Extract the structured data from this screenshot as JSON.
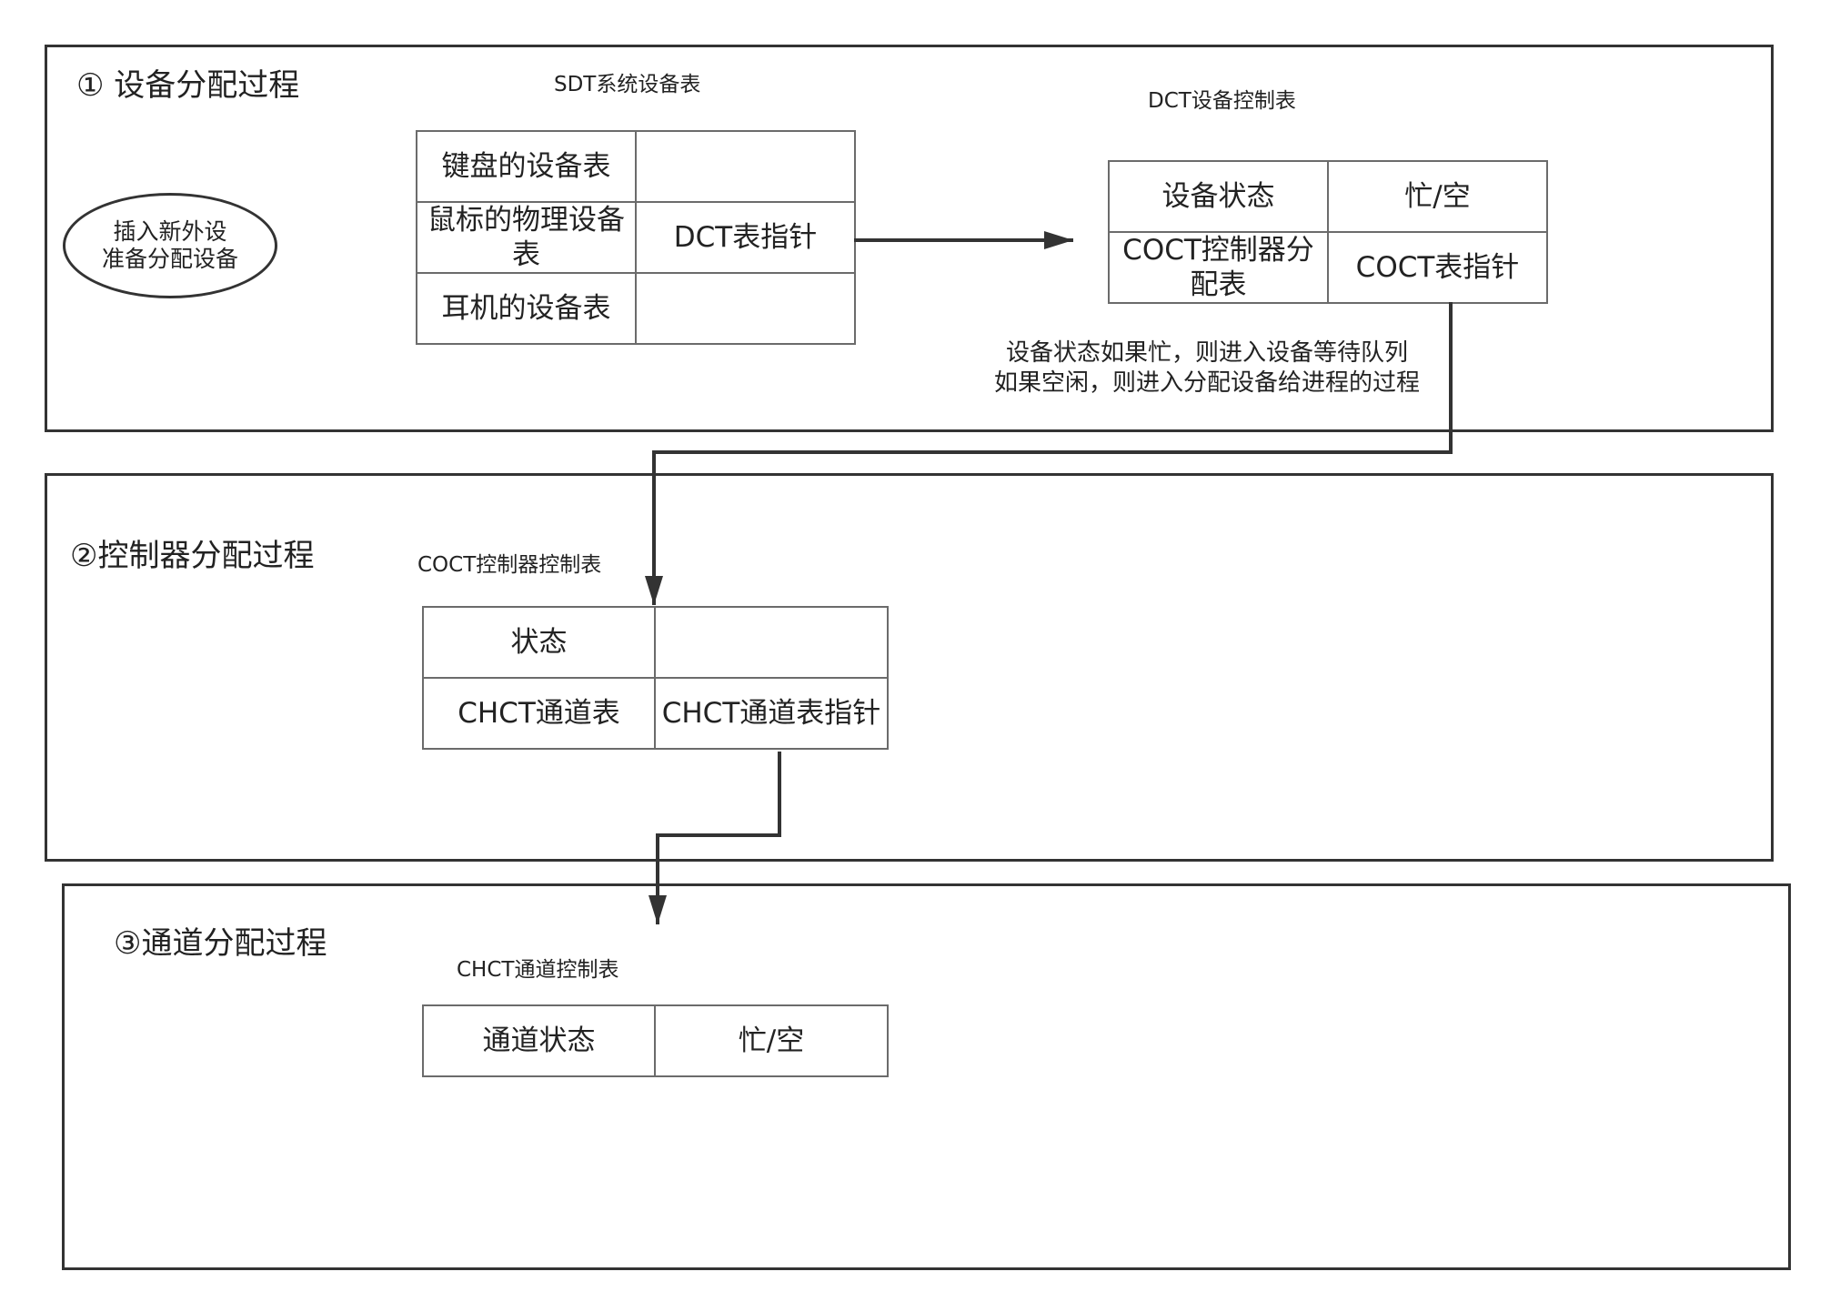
{
  "sections": [
    {
      "title": "① 设备分配过程"
    },
    {
      "title": "②控制器分配过程"
    },
    {
      "title": "③通道分配过程"
    }
  ],
  "start_node": {
    "lines": [
      "插入新外设",
      "准备分配设备"
    ]
  },
  "sdt": {
    "caption": "SDT系统设备表",
    "rows": [
      {
        "name": "键盘的设备表"
      },
      {
        "name": "鼠标的物理设备表",
        "pointer": "DCT表指针"
      },
      {
        "name": "耳机的设备表"
      }
    ]
  },
  "dct": {
    "caption": "DCT设备控制表",
    "rows": [
      {
        "name": "设备状态",
        "value": "忙/空"
      },
      {
        "name": "COCT控制器分配表",
        "value": "COCT表指针"
      }
    ]
  },
  "dct_note": {
    "lines": [
      "设备状态如果忙，则进入设备等待队列",
      "如果空闲，则进入分配设备给进程的过程"
    ]
  },
  "coct": {
    "caption": "COCT控制器控制表",
    "rows": [
      {
        "name": "状态"
      },
      {
        "name": "CHCT通道表",
        "value": "CHCT通道表指针"
      }
    ]
  },
  "chct": {
    "caption": "CHCT通道控制表",
    "rows": [
      {
        "name": "通道状态",
        "value": "忙/空"
      }
    ]
  },
  "colors": {
    "line": "#333333",
    "table_border": "#6b6b6b",
    "text": "#222222"
  }
}
